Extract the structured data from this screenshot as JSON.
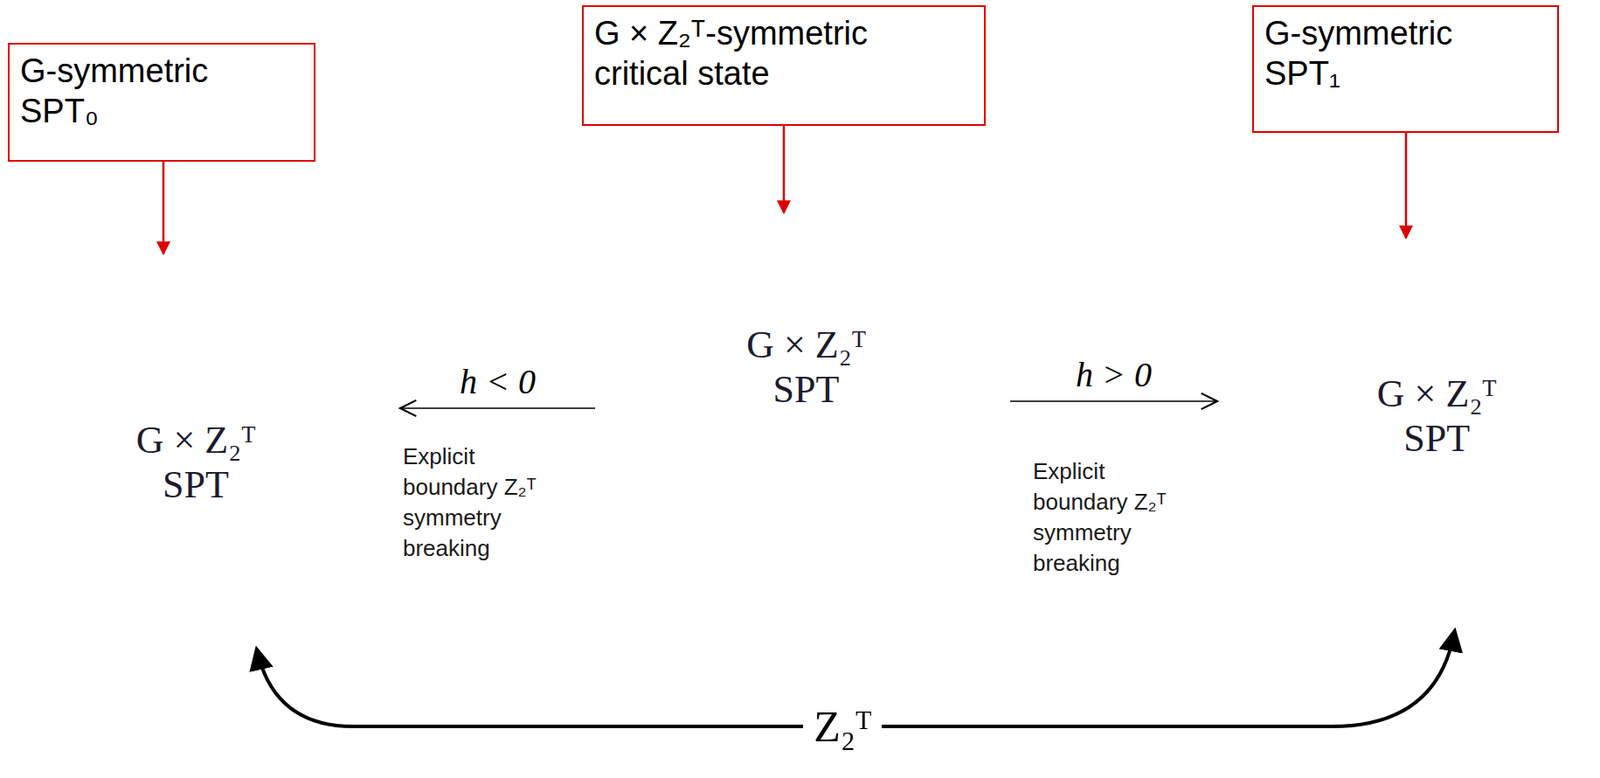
{
  "diagram": {
    "nodes": [
      {
        "text": [
          "G-symmetric SPT₀"
        ]
      },
      {
        "text": [
          "G × Z₂ᵀ-symmetric critical state"
        ]
      },
      {
        "text": [
          "G-symmetric SPT₁"
        ]
      },
      {
        "text": [
          "G × Z₂ᵀ",
          "SPT"
        ]
      },
      {
        "text": [
          "G × Z₂ᵀ",
          "SPT"
        ]
      },
      {
        "text": [
          "G × Z₂ᵀ",
          "SPT"
        ]
      }
    ],
    "edges": [
      {
        "from": 0,
        "to": 3,
        "arrow": "to"
      },
      {
        "from": 1,
        "to": 4,
        "arrow": "to"
      },
      {
        "from": 2,
        "to": 5,
        "arrow": "to"
      },
      {
        "from": 4,
        "to": 3,
        "label": "h < 0",
        "arrow": "to"
      },
      {
        "from": 4,
        "to": 5,
        "label": "h > 0",
        "arrow": "to"
      },
      {
        "from": 3,
        "to": 5,
        "label": "Z₂ᵀ",
        "arrow": "both"
      }
    ],
    "labels": [
      "Explicit boundary Z₂ᵀ symmetry breaking",
      "Explicit boundary Z₂ᵀ symmetry breaking"
    ]
  }
}
